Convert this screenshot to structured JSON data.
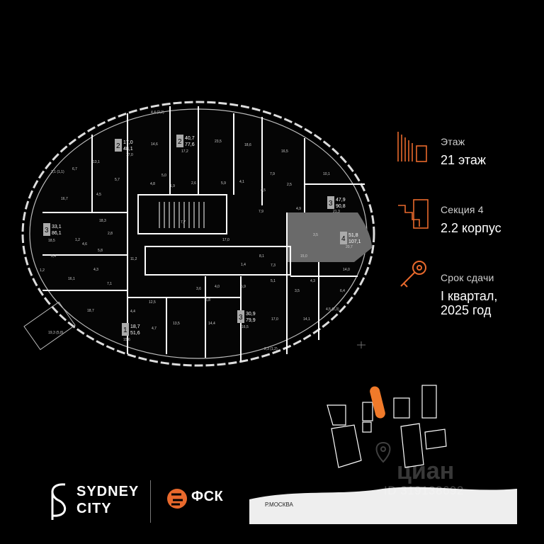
{
  "floor_plan": {
    "apartments": [
      {
        "rooms": "2",
        "area_living": "17,0",
        "area_total": "48,1"
      },
      {
        "rooms": "2",
        "area_living": "40,7",
        "area_total": "77,6"
      },
      {
        "rooms": "3",
        "area_living": "47,9",
        "area_total": "90,8"
      },
      {
        "rooms": "3",
        "area_living": "33,1",
        "area_total": "86,1"
      },
      {
        "rooms": "4",
        "area_living": "51,8",
        "area_total": "107,1"
      },
      {
        "rooms": "3",
        "area_living": "30,9",
        "area_total": "79,9"
      },
      {
        "rooms": "1",
        "area_living": "18,7",
        "area_total": "51,6"
      }
    ],
    "room_areas": [
      "4,4 (2,2)",
      "14,6",
      "17,2",
      "23,5",
      "18,6",
      "16,5",
      "13,1",
      "6,7",
      "2,1 (1,1)",
      "16,7",
      "17,0",
      "5,0",
      "4,5",
      "5,7",
      "4,8",
      "1,9",
      "2,6",
      "5,9",
      "4,1",
      "4,5",
      "7,9",
      "2,5",
      "10,1",
      "21,3",
      "4,9",
      "18,5",
      "6,4",
      "16,1",
      "18,3",
      "1,2",
      "4,6",
      "5,8",
      "2,8",
      "4,3",
      "7,1",
      "11,2",
      "7,7",
      "17,0",
      "7,9",
      "3,5",
      "15,0",
      "20,7",
      "14,0",
      "6,4",
      "3,5",
      "4,3",
      "5,1",
      "7,3",
      "1,4",
      "8,1",
      "3,6",
      "4,0",
      "5,9",
      "5,8",
      "12,5",
      "4,4",
      "18,7",
      "4,7",
      "15,6",
      "13,5",
      "14,4",
      "16,5",
      "17,0",
      "14,1",
      "4,5 (2,3)",
      "2,3 (1,2)",
      "19,3 (5,8)",
      "1,2"
    ]
  },
  "info": {
    "floor_label": "Этаж",
    "floor_value": "21 этаж",
    "section_label": "Секция 4",
    "section_value": "2.2 корпус",
    "deadline_label": "Срок сдачи",
    "deadline_value_line1": "I квартал,",
    "deadline_value_line2": "2025 год"
  },
  "branding": {
    "project_line1": "SYDNEY",
    "project_line2": "CITY",
    "developer": "ФСК",
    "river_label": "Р.МОСКВА"
  },
  "watermark": {
    "brand": "циан",
    "id": "ID 319138692"
  },
  "colors": {
    "background": "#000000",
    "accent": "#e8692c",
    "highlight": "#f07a2a",
    "selected_apartment": "#6a6a6a",
    "wall": "#ffffff",
    "text": "#ffffff"
  }
}
